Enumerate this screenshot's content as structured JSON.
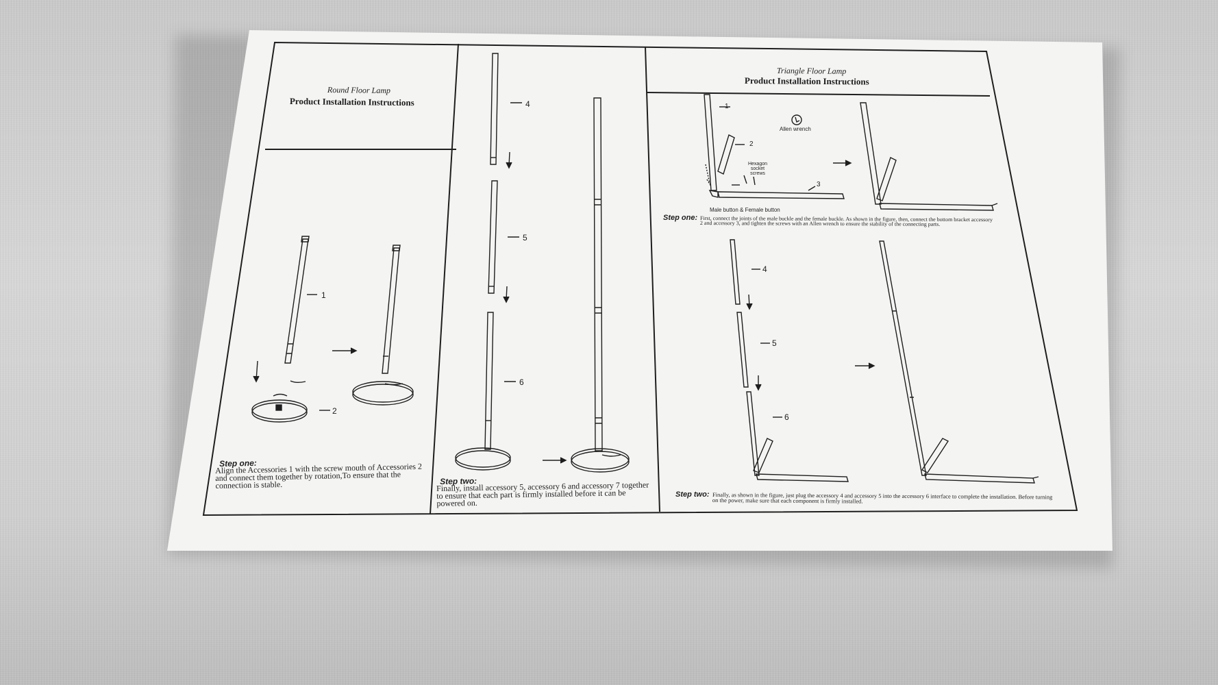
{
  "left_panel": {
    "subtitle": "Round Floor Lamp",
    "title": "Product Installation Instructions",
    "step_one_label": "Step one:",
    "step_one_text": "Align the Accessories 1 with the screw mouth of Accessories 2 and connect them together by rotation,To ensure that the connection is stable.",
    "callout_1": "1",
    "callout_2": "2"
  },
  "middle_panel": {
    "callout_4": "4",
    "callout_5": "5",
    "callout_6": "6",
    "step_two_label": "Step two:",
    "step_two_text": "Finally, install accessory 5, accessory 6 and accessory 7 together to ensure that each part is firmly installed before it can be powered on."
  },
  "right_panel": {
    "subtitle": "Triangle Floor Lamp",
    "title": "Product Installation Instructions",
    "allen_wrench": "Allen wrench",
    "hexagon_screws": "Hexagon socket screws",
    "male_female": "Male button & Female button",
    "callout_1": "1",
    "callout_2": "2",
    "callout_3": "3",
    "callout_4": "4",
    "callout_5": "5",
    "callout_6": "6",
    "step_one_label": "Step one:",
    "step_one_text": "First, connect the joints of the male buckle and the female buckle. As shown in the figure, then, connect the bottom bracket accessory 2 and accessory 3, and tighten the screws with an Allen wrench to ensure the stability of the connecting parts.",
    "step_two_label": "Step two:",
    "step_two_text": "Finally, as shown in the figure, just plug the accessory 4 and accessory 5 into the accessory 6 interface to complete the installation. Before turning on the power, make sure that each component is firmly installed."
  }
}
